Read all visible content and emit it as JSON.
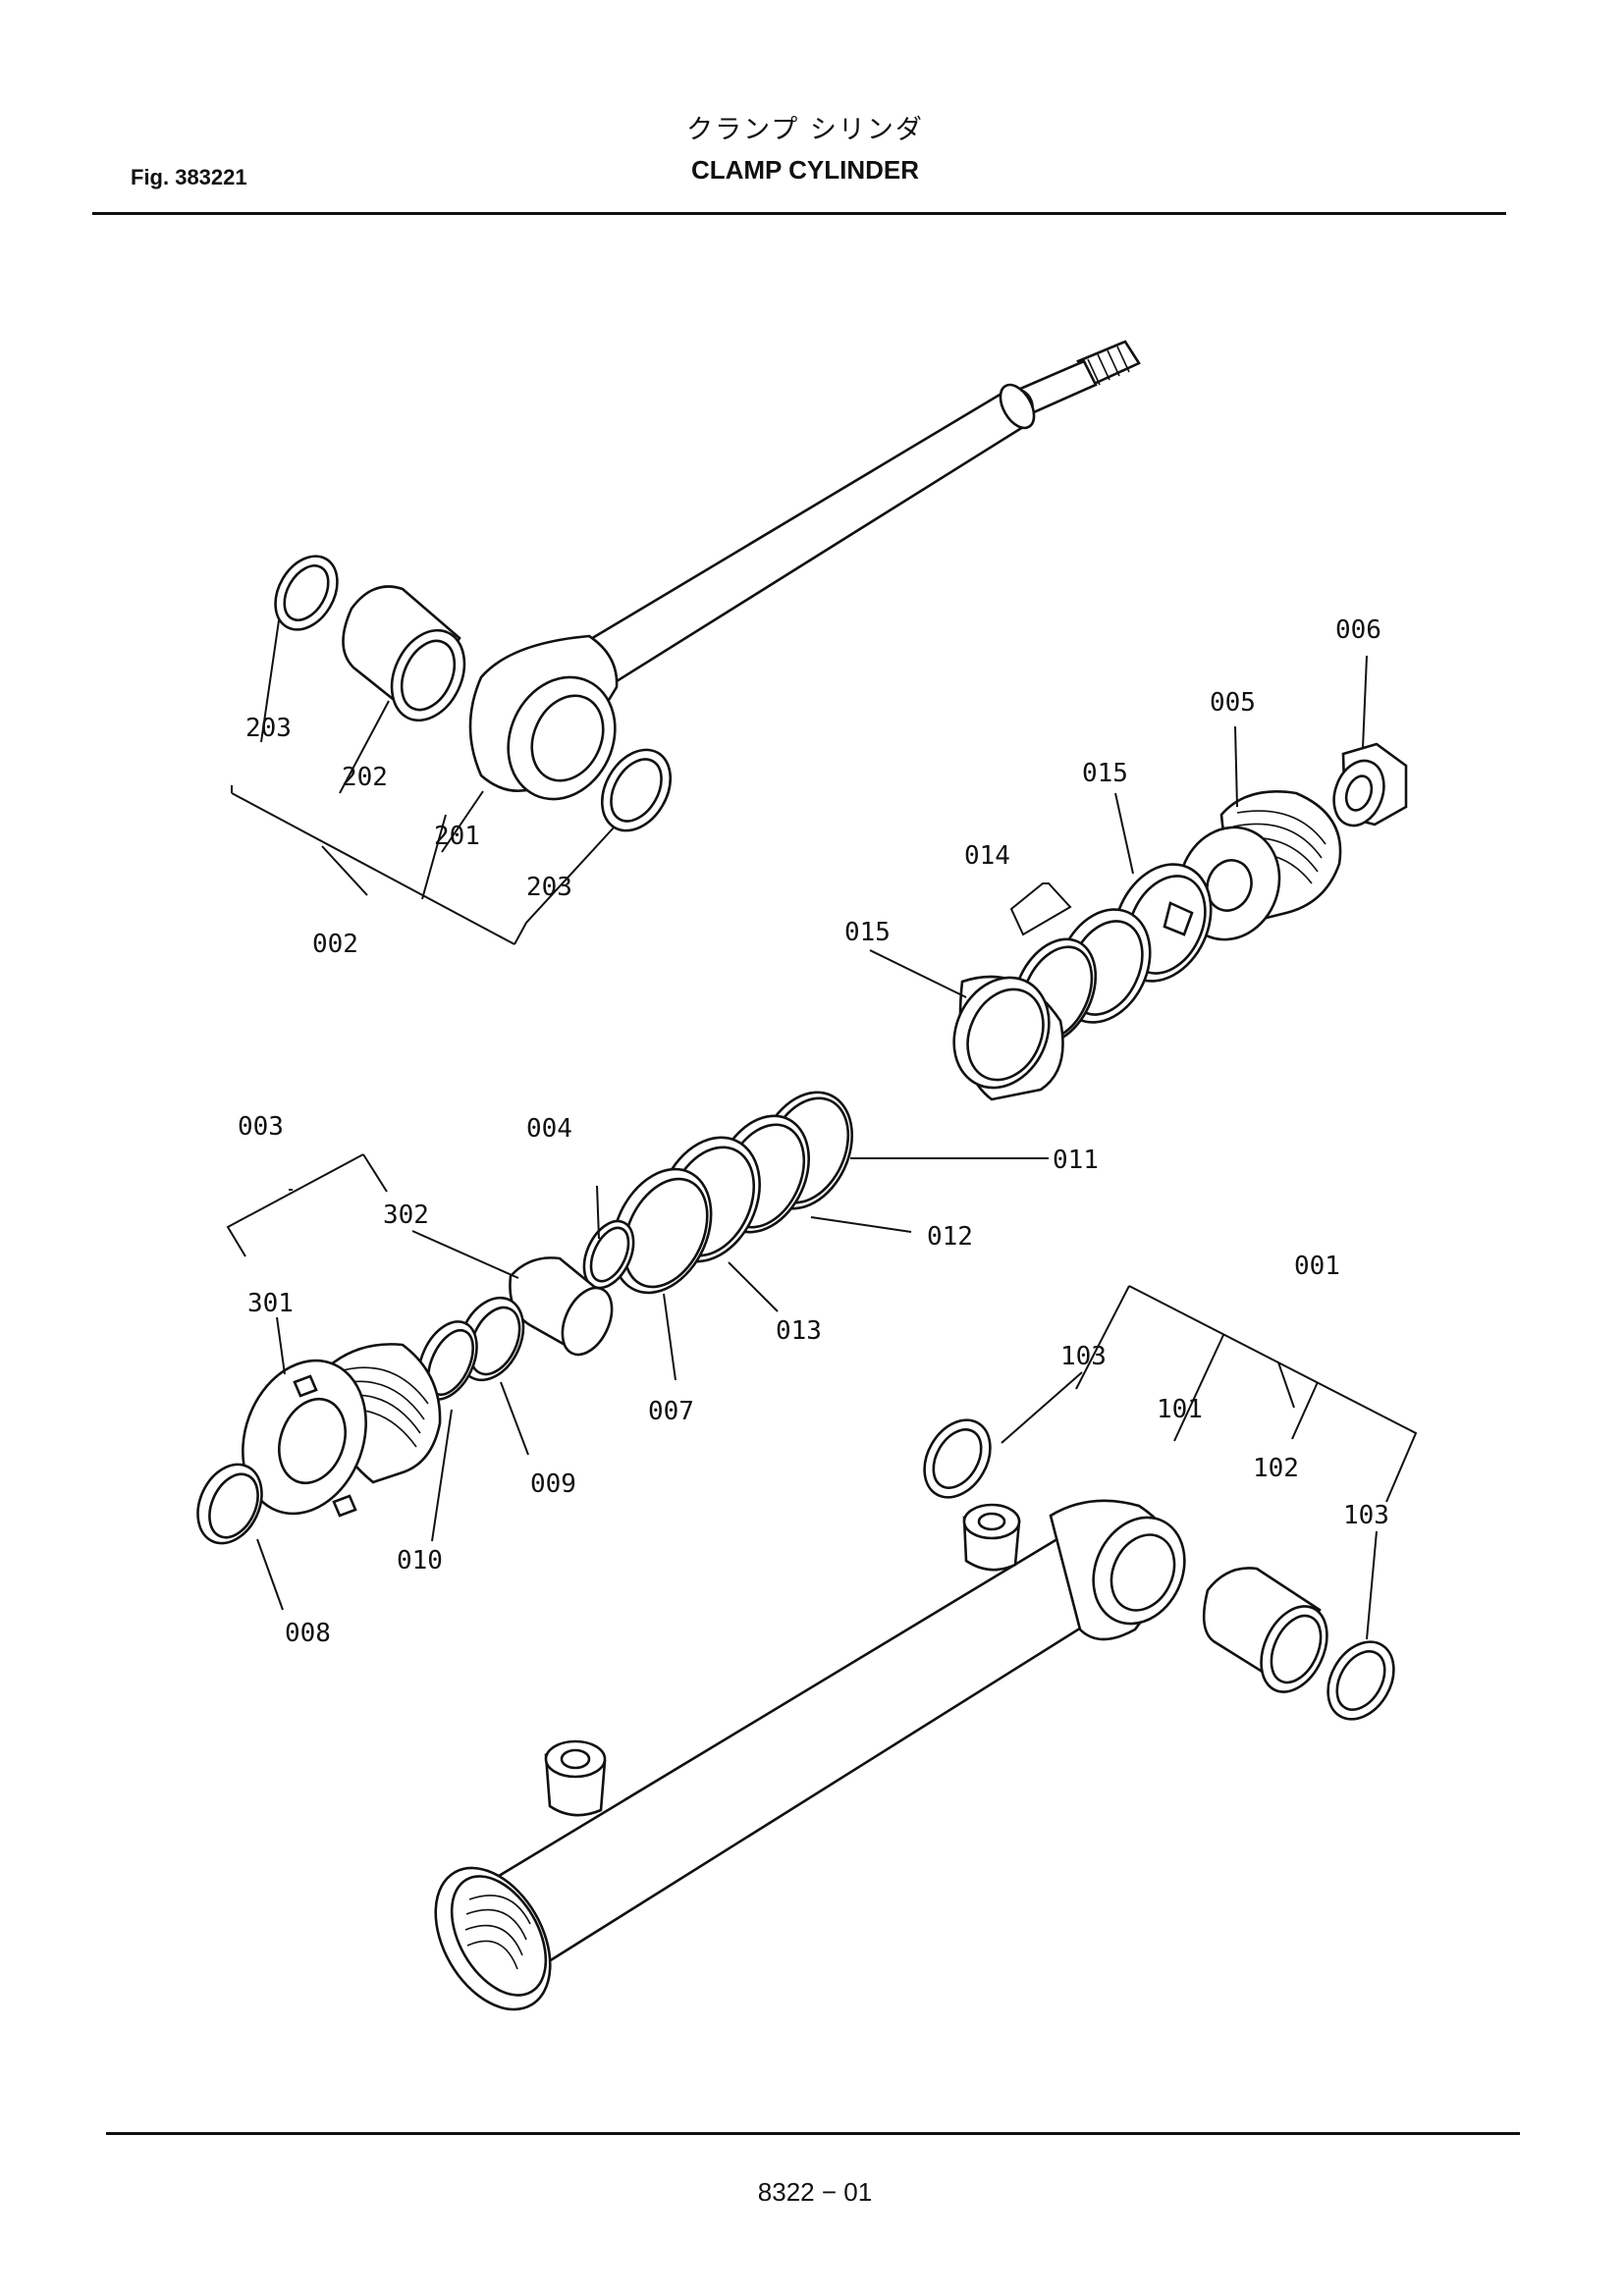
{
  "header": {
    "fig_number": "Fig. 383221",
    "title_jp": "クランプ シリンダ",
    "title_en": "CLAMP CYLINDER"
  },
  "footer": {
    "page_number": "8322 − 01"
  },
  "callouts": {
    "c203a": "203",
    "c202": "202",
    "c201": "201",
    "c203b": "203",
    "c002": "002",
    "c006": "006",
    "c005": "005",
    "c015a": "015",
    "c014": "014",
    "c015b": "015",
    "c003": "003",
    "c302": "302",
    "c301": "301",
    "c004": "004",
    "c011": "011",
    "c012": "012",
    "c013": "013",
    "c007": "007",
    "c009": "009",
    "c010": "010",
    "c008": "008",
    "c001": "001",
    "c103a": "103",
    "c101": "101",
    "c102": "102",
    "c103b": "103"
  }
}
